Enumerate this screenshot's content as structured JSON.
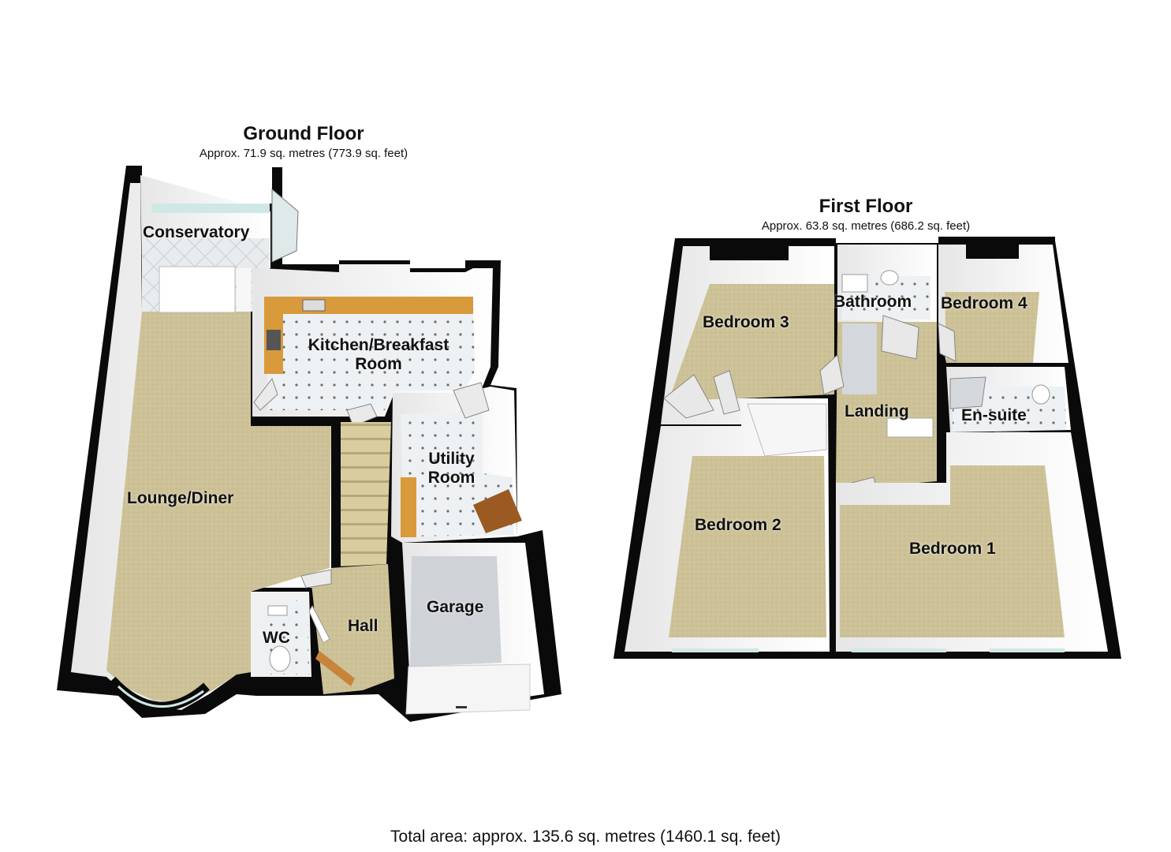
{
  "ground_floor": {
    "title": "Ground Floor",
    "area": "Approx. 71.9 sq. metres (773.9 sq. feet)",
    "rooms": {
      "conservatory": "Conservatory",
      "kitchen_line1": "Kitchen/Breakfast",
      "kitchen_line2": "Room",
      "utility_line1": "Utility",
      "utility_line2": "Room",
      "lounge": "Lounge/Diner",
      "garage": "Garage",
      "hall": "Hall",
      "wc": "WC"
    }
  },
  "first_floor": {
    "title": "First Floor",
    "area": "Approx. 63.8 sq. metres (686.2 sq. feet)",
    "rooms": {
      "bedroom3": "Bedroom 3",
      "bathroom": "Bathroom",
      "bedroom4": "Bedroom 4",
      "landing": "Landing",
      "ensuite": "En-suite",
      "bedroom2": "Bedroom 2",
      "bedroom1": "Bedroom 1"
    }
  },
  "total_area": "Total area: approx. 135.6 sq. metres (1460.1 sq. feet)",
  "colors": {
    "wall": "#0a0a0a",
    "carpet": "#cfc39a",
    "tile": "#e9edf0",
    "worktop": "#d99a3c",
    "glass": "#cfe8e6",
    "interior_wall": "#f4f4f4"
  }
}
